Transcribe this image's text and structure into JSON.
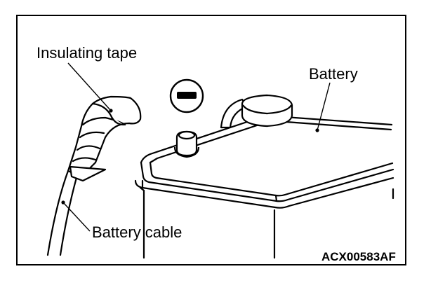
{
  "diagram": {
    "labels": {
      "insulating_tape": "Insulating tape",
      "battery": "Battery",
      "battery_cable": "Battery cable"
    },
    "figure_code": "ACX00583AF",
    "polarity_symbol": "minus-sign",
    "colors": {
      "ink": "#000000",
      "background": "#ffffff"
    }
  }
}
